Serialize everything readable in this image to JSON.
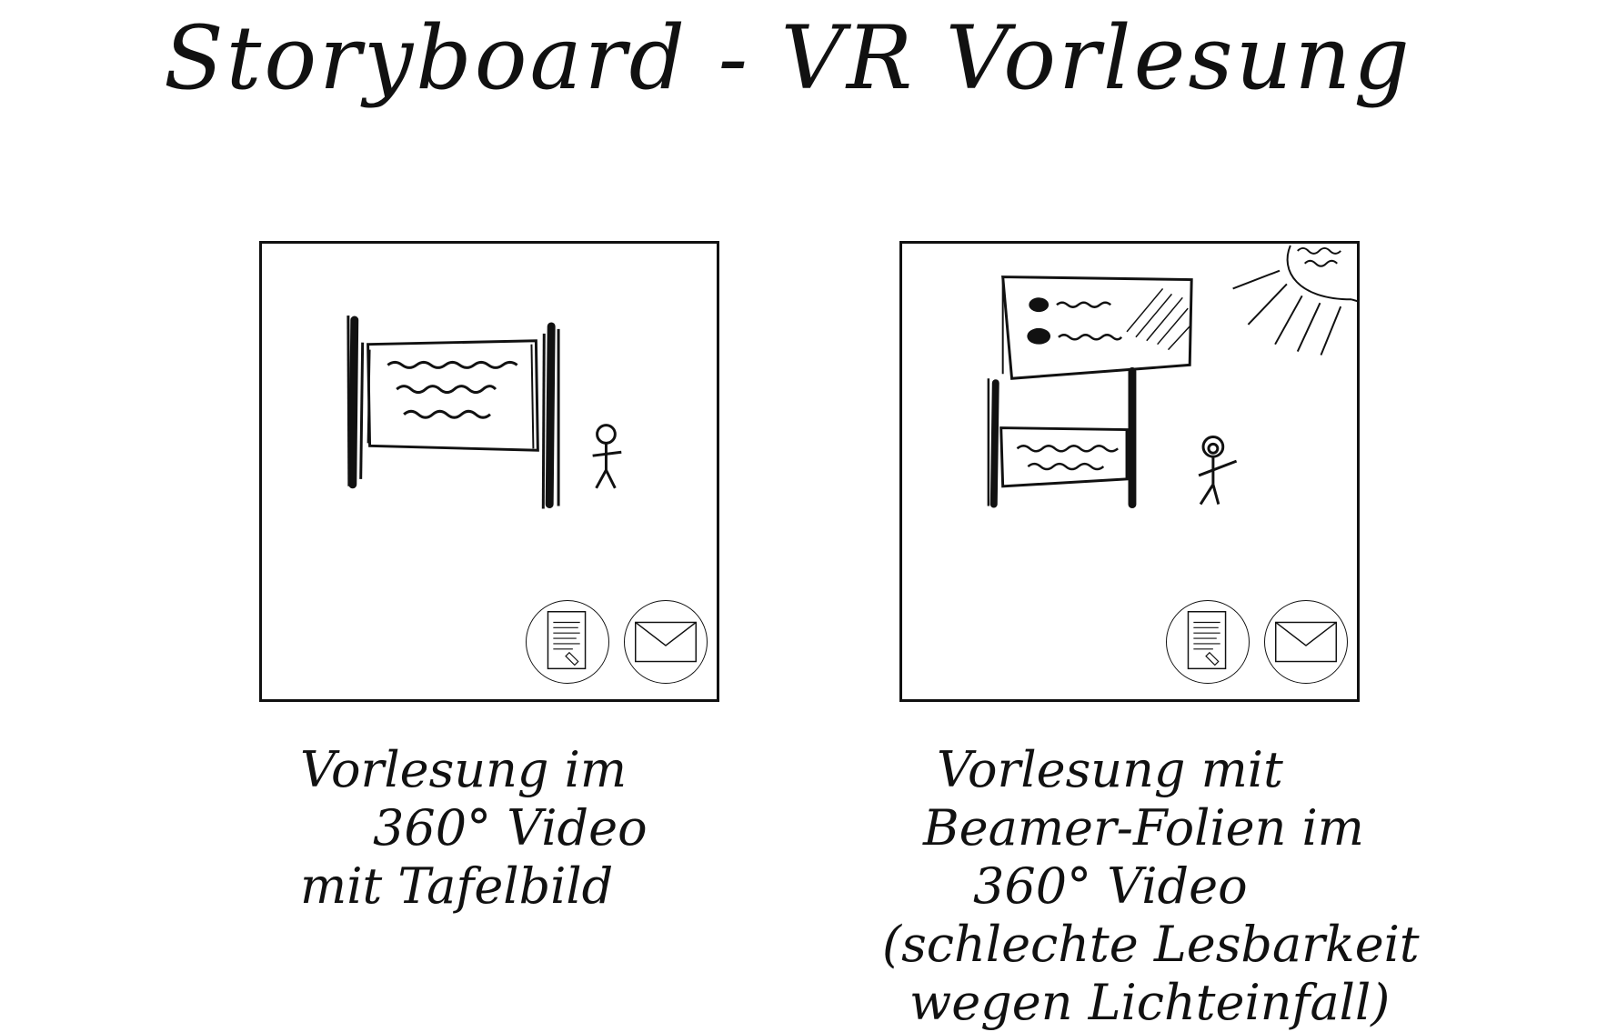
{
  "title": "Storyboard - VR Vorlesung",
  "panels": [
    {
      "caption_lines": [
        "Vorlesung im",
        "360° Video",
        "mit Tafelbild"
      ],
      "icons": [
        "notes-icon",
        "mail-icon"
      ]
    },
    {
      "caption_lines": [
        "Vorlesung mit",
        "Beamer-Folien im",
        "360° Video",
        "(schlechte Lesbarkeit",
        "wegen Lichteinfall)"
      ],
      "icons": [
        "notes-icon",
        "mail-icon"
      ]
    }
  ]
}
